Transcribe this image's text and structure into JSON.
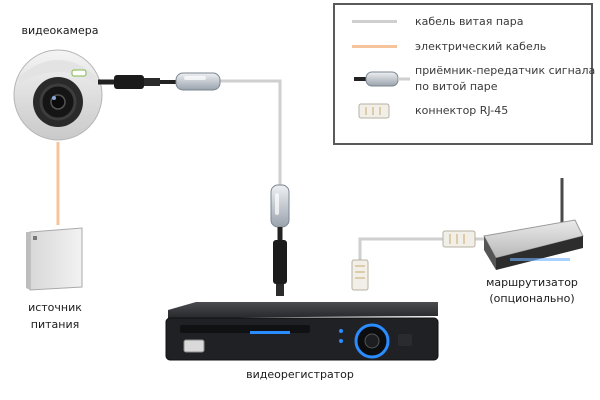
{
  "colors": {
    "twisted_pair": "#cfcfcf",
    "power_cable": "#f5c49a",
    "device_dark": "#1f2124",
    "led_blue": "#2a8cff"
  },
  "labels": {
    "camera": "видеокамера",
    "power_supply_line1": "источник",
    "power_supply_line2": "питания",
    "dvr": "видеорегистратор",
    "router_line1": "маршрутизатор",
    "router_line2": "(опционально)"
  },
  "legend": {
    "twisted_pair": "кабель витая пара",
    "power_cable": "электрический кабель",
    "transceiver_line1": "приёмник-передатчик сигнала",
    "transceiver_line2": "по витой паре",
    "rj45": "коннектор RJ-45"
  }
}
